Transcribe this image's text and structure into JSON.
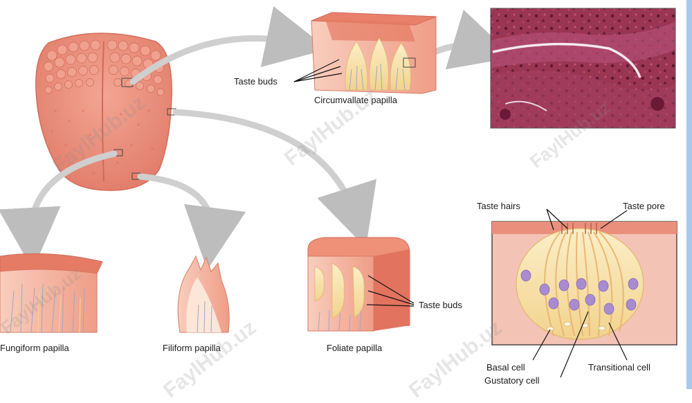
{
  "labels": {
    "taste_buds_top": "Taste buds",
    "circumvallate": "Circumvallate papilla",
    "fungiform": "Fungiform papilla",
    "filiform": "Filiform papilla",
    "foliate": "Foliate papilla",
    "taste_buds_foliate": "Taste buds",
    "taste_hairs": "Taste hairs",
    "taste_pore": "Taste pore",
    "basal_cell": "Basal cell",
    "gustatory_cell": "Gustatory cell",
    "transitional_cell": "Transitional cell"
  },
  "watermark": "FaylHub.uz",
  "colors": {
    "tongue": "#ec8f7e",
    "tongue_dark": "#d9735f",
    "papilla_light": "#f7c4b3",
    "bud_yellow": "#f6e2a8",
    "nucleus": "#a98bd1",
    "micrograph": "#8d2c4a",
    "arrow": "#cfcfcf"
  }
}
